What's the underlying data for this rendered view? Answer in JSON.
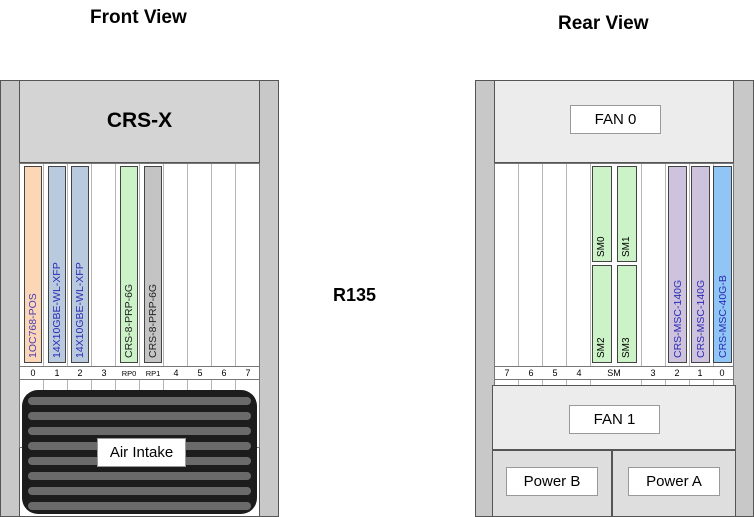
{
  "front": {
    "title": "Front View",
    "brand": "CRS-X",
    "cards": [
      {
        "label": "1OC768-POS",
        "fill": "#fbd7b8",
        "text_color": "#4a3db0"
      },
      {
        "label": "14X10GBE-WL-XFP",
        "fill": "#b9c9de",
        "text_color": "#2b2bb5"
      },
      {
        "label": "14X10GBE-WL-XFP",
        "fill": "#b9c9de",
        "text_color": "#2b2bb5"
      },
      {
        "label": "CRS-8-PRP-6G",
        "fill": "#ccf2c8",
        "text_color": "#222222"
      },
      {
        "label": "CRS-8-PRP-6G",
        "fill": "#c4c4c4",
        "text_color": "#222222"
      }
    ],
    "slot_numbers": [
      "0",
      "1",
      "2",
      "3",
      "RP0",
      "RP1",
      "4",
      "5",
      "6",
      "7"
    ],
    "air_intake": "Air Intake"
  },
  "center_label": "R135",
  "rear": {
    "title": "Rear View",
    "fan_top": "FAN 0",
    "fan_bottom": "FAN 1",
    "sm_cards": [
      {
        "label": "SM0",
        "fill": "#ccf2c8"
      },
      {
        "label": "SM1",
        "fill": "#ccf2c8"
      },
      {
        "label": "SM2",
        "fill": "#ccf2c8"
      },
      {
        "label": "SM3",
        "fill": "#ccf2c8"
      }
    ],
    "msc_cards": [
      {
        "label": "CRS-MSC-140G",
        "fill": "#cec3dc",
        "text_color": "#2b2bb5"
      },
      {
        "label": "CRS-MSC-140G",
        "fill": "#cec3dc",
        "text_color": "#2b2bb5"
      },
      {
        "label": "CRS-MSC-40G-B",
        "fill": "#8fc6f5",
        "text_color": "#2b2bb5"
      }
    ],
    "slot_numbers": [
      "7",
      "6",
      "5",
      "4",
      "SM",
      "3",
      "2",
      "1",
      "0"
    ],
    "power_b": "Power B",
    "power_a": "Power A"
  }
}
